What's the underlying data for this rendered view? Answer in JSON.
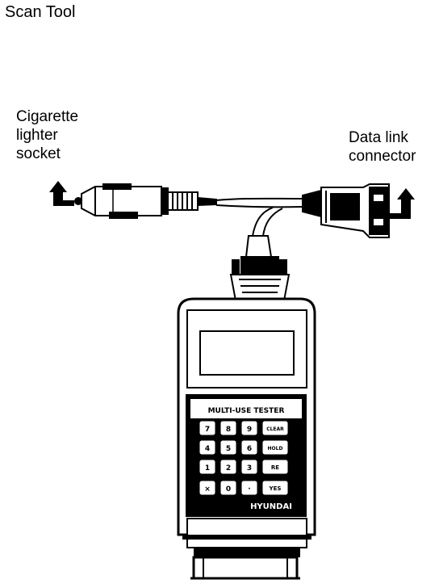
{
  "title": "Scan Tool",
  "labels": {
    "cigarette_lighter_socket": "Cigarette\nlighter\nsocket",
    "data_link_connector": "Data link\nconnector"
  },
  "tester": {
    "faceplate_text": "MULTI-USE TESTER",
    "brand": "HYUNDAI",
    "keys": [
      [
        "7",
        "8",
        "9",
        "CLEAR"
      ],
      [
        "4",
        "5",
        "6",
        "HOLD"
      ],
      [
        "1",
        "2",
        "3",
        "RE"
      ],
      [
        "×",
        "0",
        "·",
        "YES"
      ]
    ]
  },
  "colors": {
    "ink": "#000000",
    "paper": "#ffffff"
  }
}
